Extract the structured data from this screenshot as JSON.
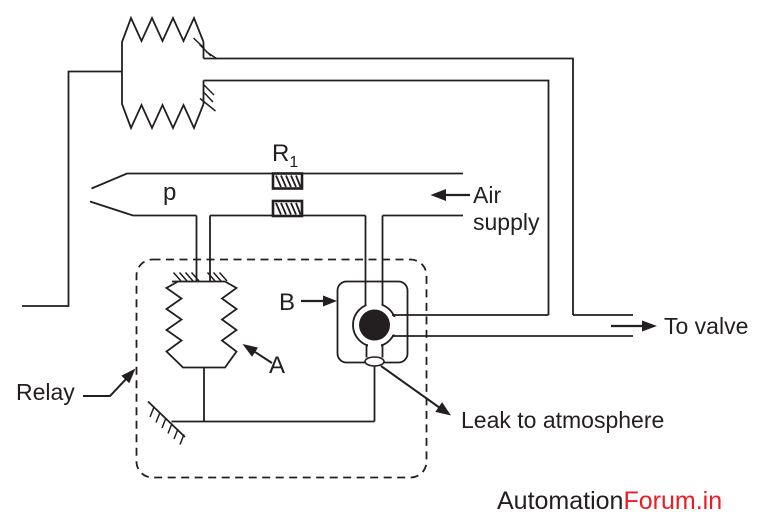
{
  "diagram": {
    "line_color": "#231f20",
    "background": "#ffffff",
    "labels": {
      "p": "p",
      "r1_main": "R",
      "r1_sub": "1",
      "air_line1": "Air",
      "air_line2": "supply",
      "b": "B",
      "a": "A",
      "relay": "Relay",
      "to_valve": "To valve",
      "leak": "Leak to atmosphere"
    },
    "watermark": {
      "black_part": "Automation",
      "red_part": "Forum.in",
      "black_color": "#231f20",
      "red_color": "#ed1c24"
    }
  }
}
